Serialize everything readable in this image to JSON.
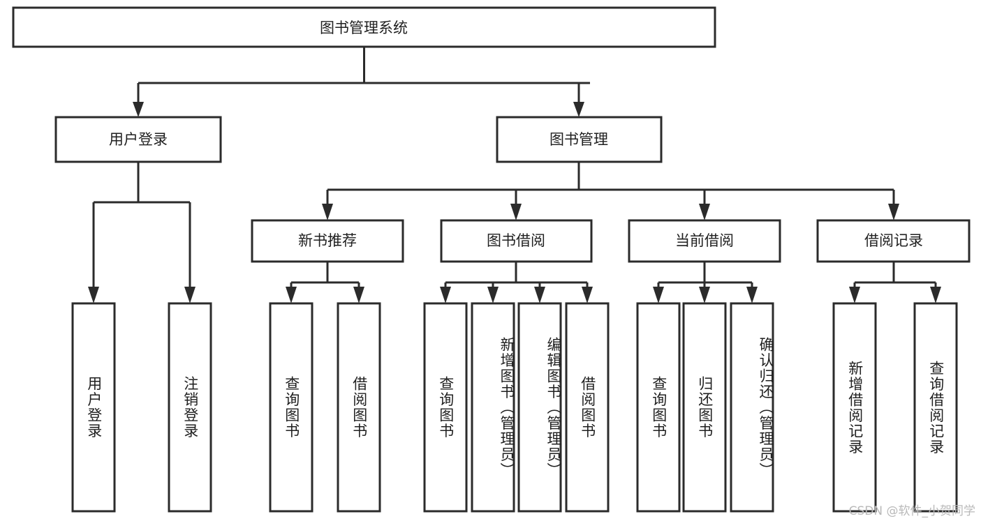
{
  "diagram": {
    "title": "图书管理系统",
    "watermark": "CSDN @软件_小贺同学",
    "theme": {
      "background": "#ffffff",
      "box_fill": "#ffffff",
      "box_stroke": "#2b2b2b",
      "line_color": "#2b2b2b",
      "text_color": "#1f1f1f",
      "watermark_color": "#b9b9b9"
    },
    "root": {
      "label": "图书管理系统",
      "orientation": "horizontal"
    },
    "level2": [
      {
        "label": "用户登录",
        "orientation": "horizontal"
      },
      {
        "label": "图书管理",
        "orientation": "horizontal"
      }
    ],
    "level3": [
      {
        "label": "新书推荐",
        "orientation": "horizontal"
      },
      {
        "label": "图书借阅",
        "orientation": "horizontal"
      },
      {
        "label": "当前借阅",
        "orientation": "horizontal"
      },
      {
        "label": "借阅记录",
        "orientation": "horizontal"
      }
    ],
    "leaves": {
      "user_login": [
        {
          "label": "用户登录",
          "orientation": "vertical"
        },
        {
          "label": "注销登录",
          "orientation": "vertical"
        }
      ],
      "new_book_recommend": [
        {
          "label": "查询图书",
          "orientation": "vertical"
        },
        {
          "label": "借阅图书",
          "orientation": "vertical"
        }
      ],
      "book_borrow": [
        {
          "label": "查询图书",
          "orientation": "vertical"
        },
        {
          "label": "新增图书（管理员）",
          "orientation": "vertical"
        },
        {
          "label": "编辑图书（管理员）",
          "orientation": "vertical"
        },
        {
          "label": "借阅图书",
          "orientation": "vertical"
        }
      ],
      "current_borrow": [
        {
          "label": "查询图书",
          "orientation": "vertical"
        },
        {
          "label": "归还图书",
          "orientation": "vertical"
        },
        {
          "label": "确认归还（管理员）",
          "orientation": "vertical"
        }
      ],
      "borrow_record": [
        {
          "label": "新增借阅记录",
          "orientation": "vertical"
        },
        {
          "label": "查询借阅记录",
          "orientation": "vertical"
        }
      ]
    }
  }
}
